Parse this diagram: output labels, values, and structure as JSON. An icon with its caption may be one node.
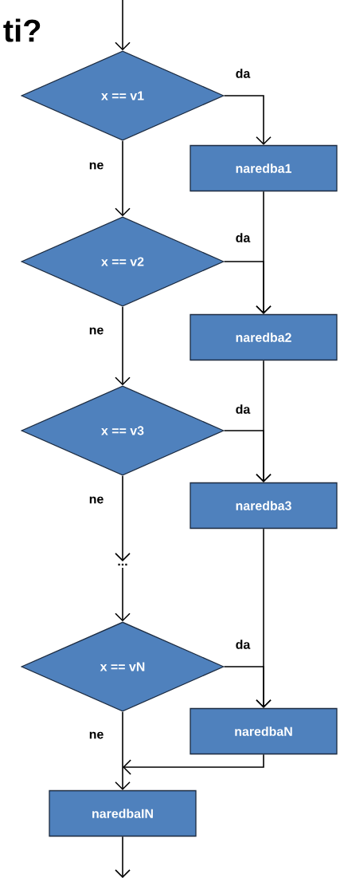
{
  "diagram": {
    "title": "ti?",
    "nodes": [
      {
        "text": [
          "x == v1"
        ]
      },
      {
        "text": [
          "naredba1"
        ]
      },
      {
        "text": [
          "x == v2"
        ]
      },
      {
        "text": [
          "naredba2"
        ]
      },
      {
        "text": [
          "x == v3"
        ]
      },
      {
        "text": [
          "naredba3"
        ]
      },
      {
        "text": [
          "..."
        ]
      },
      {
        "text": [
          "x == vN"
        ]
      },
      {
        "text": [
          "naredbaN"
        ]
      },
      {
        "text": [
          "naredbaIN"
        ]
      }
    ],
    "edges": [
      {
        "from": null,
        "to": 0,
        "arrow": "to"
      },
      {
        "from": 0,
        "to": 1,
        "arrow": "to",
        "label": "da"
      },
      {
        "from": 0,
        "to": 2,
        "arrow": "to",
        "label": "ne"
      },
      {
        "from": 1,
        "to": 3,
        "arrow": "to"
      },
      {
        "from": 2,
        "to": 3,
        "arrow": "to",
        "label": "da"
      },
      {
        "from": 2,
        "to": 4,
        "arrow": "to",
        "label": "ne"
      },
      {
        "from": 3,
        "to": 5,
        "arrow": "to"
      },
      {
        "from": 4,
        "to": 5,
        "arrow": "to",
        "label": "da"
      },
      {
        "from": 4,
        "to": 6,
        "arrow": "to",
        "label": "ne"
      },
      {
        "from": 6,
        "to": 7,
        "arrow": "to"
      },
      {
        "from": 5,
        "to": 8,
        "arrow": "to"
      },
      {
        "from": 7,
        "to": 8,
        "arrow": "to",
        "label": "da"
      },
      {
        "from": 7,
        "to": 9,
        "arrow": "to",
        "label": "ne"
      },
      {
        "from": 8,
        "to": 9,
        "arrow": "to"
      },
      {
        "from": 9,
        "to": null,
        "arrow": "to"
      }
    ]
  }
}
